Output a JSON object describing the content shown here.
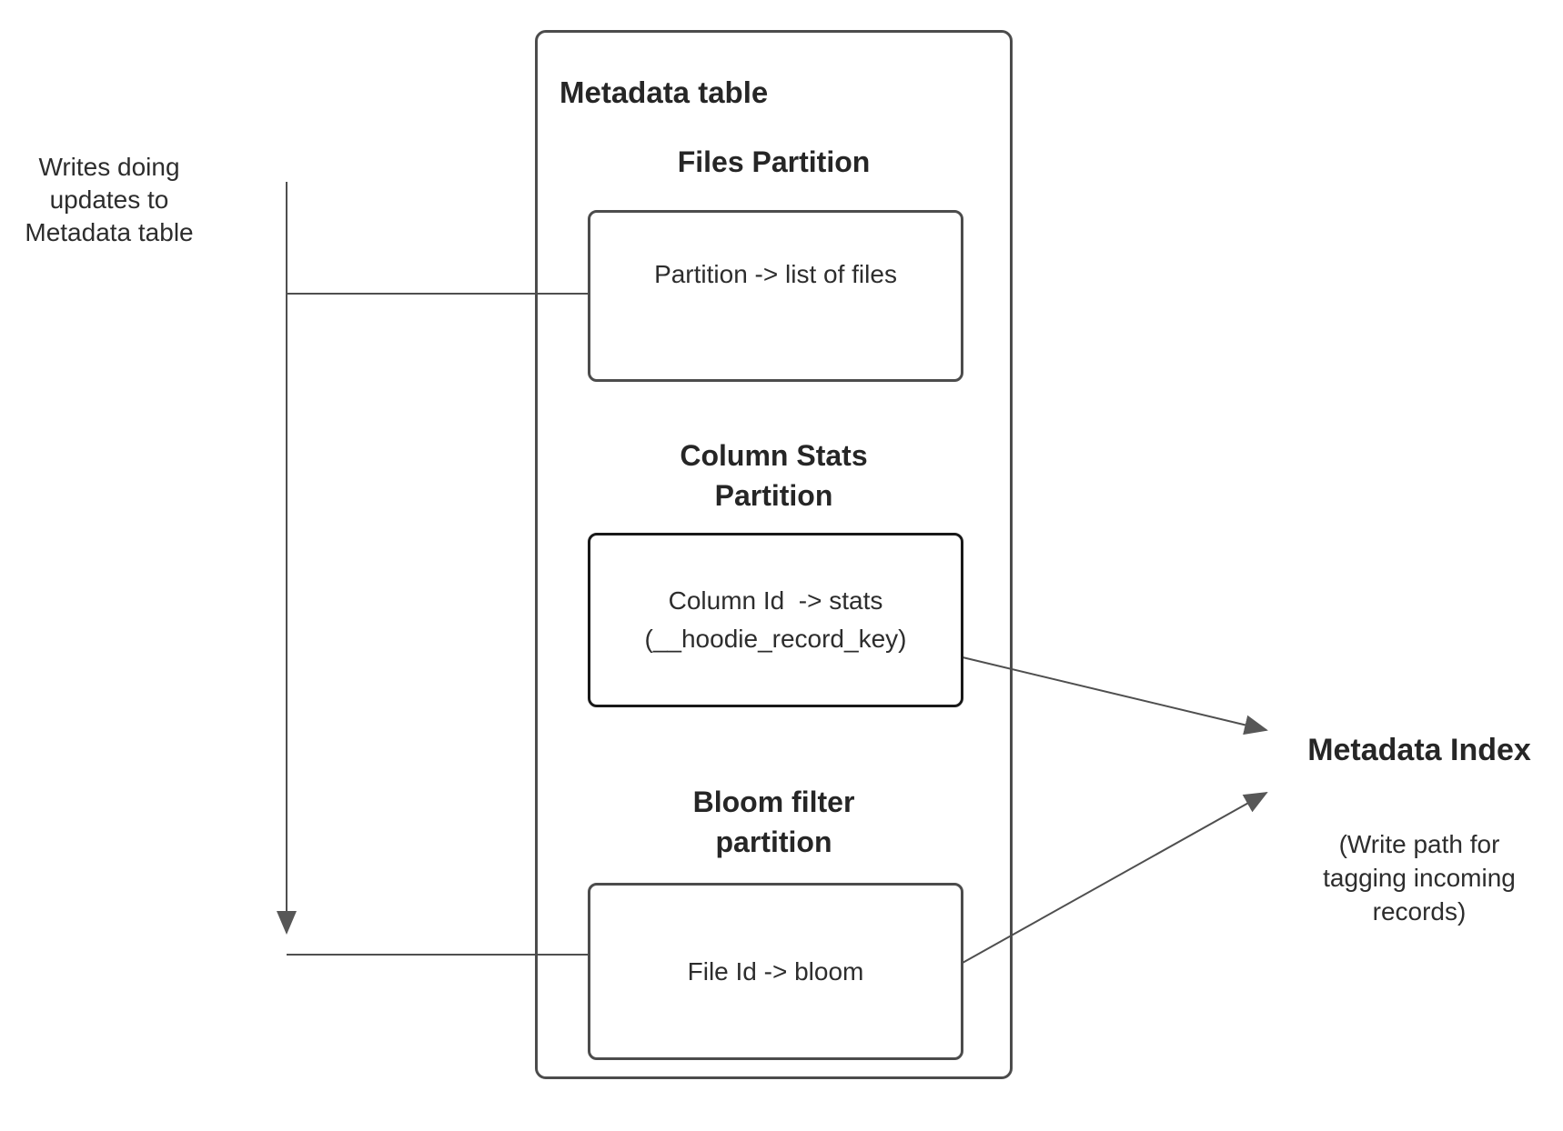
{
  "left_note": {
    "lines": [
      "Writes doing",
      "updates to",
      "Metadata table"
    ]
  },
  "metadata_table": {
    "title": "Metadata table",
    "files": {
      "heading": "Files Partition",
      "text": "Partition -> list of files"
    },
    "column_stats": {
      "heading_lines": [
        "Column Stats",
        "Partition"
      ],
      "text_lines": [
        "Column Id  -> stats",
        "(__hoodie_record_key)"
      ]
    },
    "bloom": {
      "heading_lines": [
        "Bloom filter",
        "partition"
      ],
      "text": "File Id -> bloom"
    }
  },
  "metadata_index": {
    "title": "Metadata Index",
    "note_lines": [
      "(Write path for",
      "tagging incoming",
      "records)"
    ]
  },
  "colors": {
    "box_border": "#4c4c4c",
    "column_stats_border": "#191919",
    "connector": "#4f4f4f",
    "arrowhead": "#575757",
    "text": "#2d2d2d"
  }
}
